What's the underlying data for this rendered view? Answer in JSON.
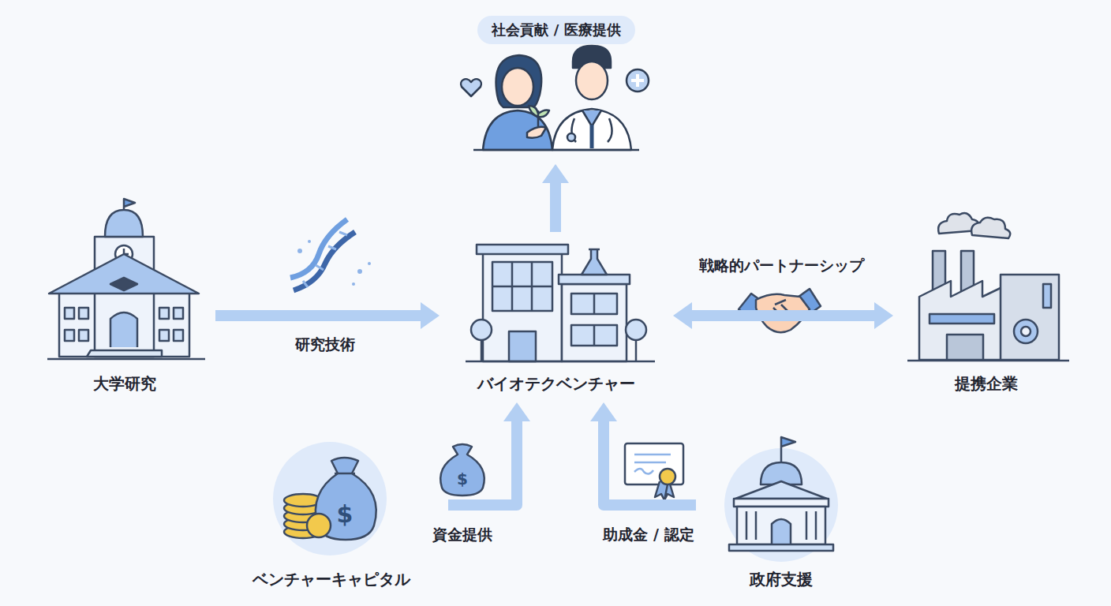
{
  "diagram": {
    "nodes": [
      {
        "text": [
          "社会貢献 / 医療提供"
        ]
      },
      {
        "text": [
          "大学研究"
        ]
      },
      {
        "text": [
          "バイオテクベンチャー"
        ]
      },
      {
        "text": [
          "提携企業"
        ]
      },
      {
        "text": [
          "ベンチャーキャピタル"
        ]
      },
      {
        "text": [
          "政府支援"
        ]
      }
    ],
    "edges": [
      {
        "from": 1,
        "to": 2,
        "label": "研究技術",
        "arrow": "to"
      },
      {
        "from": 2,
        "to": 0,
        "arrow": "to"
      },
      {
        "from": 2,
        "to": 3,
        "label": "戦略的パートナーシップ",
        "arrow": "both"
      },
      {
        "from": 4,
        "to": 2,
        "label": "資金提供",
        "arrow": "to"
      },
      {
        "from": 5,
        "to": 2,
        "label": "助成金 / 認定",
        "arrow": "to"
      }
    ]
  }
}
